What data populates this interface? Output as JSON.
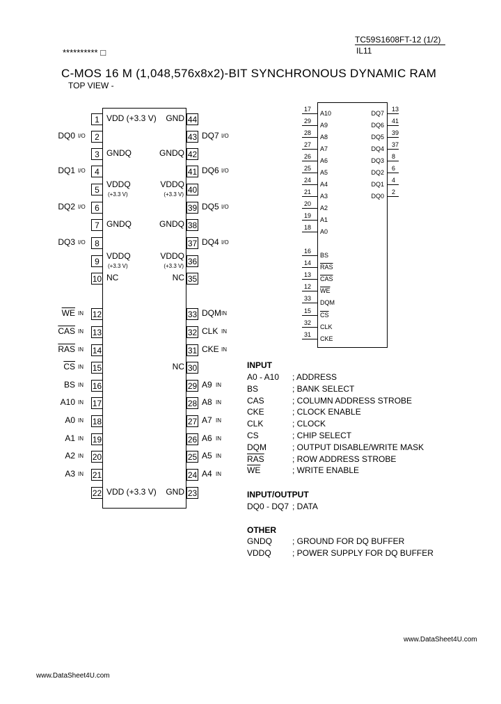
{
  "header": {
    "part_code": "TC59S1608FT-12 (1/2)",
    "sub_code": "IL11",
    "stars": "********** □",
    "title": "C-MOS 16 M (1,048,576x8x2)-BIT SYNCHRONOUS DYNAMIC RAM",
    "view": "TOP VIEW -"
  },
  "left_pins": [
    {
      "num": "1",
      "name": "",
      "tag": "",
      "inner": "VDD (+3.3 V)",
      "inner2": ""
    },
    {
      "num": "2",
      "name": "DQ0",
      "tag": "I/O",
      "inner": "",
      "inner2": ""
    },
    {
      "num": "3",
      "name": "",
      "tag": "",
      "inner": "GNDQ",
      "inner2": ""
    },
    {
      "num": "4",
      "name": "DQ1",
      "tag": "I/O",
      "inner": "",
      "inner2": ""
    },
    {
      "num": "5",
      "name": "",
      "tag": "",
      "inner": "VDDQ",
      "inner2": "(+3.3 V)"
    },
    {
      "num": "6",
      "name": "DQ2",
      "tag": "I/O",
      "inner": "",
      "inner2": ""
    },
    {
      "num": "7",
      "name": "",
      "tag": "",
      "inner": "GNDQ",
      "inner2": ""
    },
    {
      "num": "8",
      "name": "DQ3",
      "tag": "I/O",
      "inner": "",
      "inner2": ""
    },
    {
      "num": "9",
      "name": "",
      "tag": "",
      "inner": "VDDQ",
      "inner2": "(+3.3 V)"
    },
    {
      "num": "10",
      "name": "",
      "tag": "",
      "inner": "NC",
      "inner2": ""
    },
    {
      "num": "12",
      "name": "WE",
      "tag": "IN",
      "inner": "",
      "inner2": ""
    },
    {
      "num": "13",
      "name": "CAS",
      "tag": "IN",
      "inner": "",
      "inner2": ""
    },
    {
      "num": "14",
      "name": "RAS",
      "tag": "IN",
      "inner": "",
      "inner2": ""
    },
    {
      "num": "15",
      "name": "CS",
      "tag": "IN",
      "inner": "",
      "inner2": ""
    },
    {
      "num": "16",
      "name": "BS",
      "tag": "IN",
      "inner": "",
      "inner2": ""
    },
    {
      "num": "17",
      "name": "A10",
      "tag": "IN",
      "inner": "",
      "inner2": ""
    },
    {
      "num": "18",
      "name": "A0",
      "tag": "IN",
      "inner": "",
      "inner2": ""
    },
    {
      "num": "19",
      "name": "A1",
      "tag": "IN",
      "inner": "",
      "inner2": ""
    },
    {
      "num": "20",
      "name": "A2",
      "tag": "IN",
      "inner": "",
      "inner2": ""
    },
    {
      "num": "21",
      "name": "A3",
      "tag": "IN",
      "inner": "",
      "inner2": ""
    },
    {
      "num": "22",
      "name": "",
      "tag": "",
      "inner": "VDD (+3.3 V)",
      "inner2": ""
    }
  ],
  "right_pins": [
    {
      "num": "44",
      "name": "",
      "tag": "",
      "inner": "GND",
      "inner2": ""
    },
    {
      "num": "43",
      "name": "DQ7",
      "tag": "I/O",
      "inner": "",
      "inner2": ""
    },
    {
      "num": "42",
      "name": "",
      "tag": "",
      "inner": "GNDQ",
      "inner2": ""
    },
    {
      "num": "41",
      "name": "DQ6",
      "tag": "I/O",
      "inner": "",
      "inner2": ""
    },
    {
      "num": "40",
      "name": "",
      "tag": "",
      "inner": "VDDQ",
      "inner2": "(+3.3 V)"
    },
    {
      "num": "39",
      "name": "DQ5",
      "tag": "I/O",
      "inner": "",
      "inner2": ""
    },
    {
      "num": "38",
      "name": "",
      "tag": "",
      "inner": "GNDQ",
      "inner2": ""
    },
    {
      "num": "37",
      "name": "DQ4",
      "tag": "I/O",
      "inner": "",
      "inner2": ""
    },
    {
      "num": "36",
      "name": "",
      "tag": "",
      "inner": "VDDQ",
      "inner2": "(+3.3 V)"
    },
    {
      "num": "35",
      "name": "",
      "tag": "",
      "inner": "NC",
      "inner2": ""
    },
    {
      "num": "33",
      "name": "DQM",
      "tag": "IN",
      "inner": "",
      "inner2": ""
    },
    {
      "num": "32",
      "name": "CLK",
      "tag": "IN",
      "inner": "",
      "inner2": ""
    },
    {
      "num": "31",
      "name": "CKE",
      "tag": "IN",
      "inner": "",
      "inner2": ""
    },
    {
      "num": "30",
      "name": "",
      "tag": "",
      "inner": "NC",
      "inner2": ""
    },
    {
      "num": "29",
      "name": "A9",
      "tag": "IN",
      "inner": "",
      "inner2": ""
    },
    {
      "num": "28",
      "name": "A8",
      "tag": "IN",
      "inner": "",
      "inner2": ""
    },
    {
      "num": "27",
      "name": "A7",
      "tag": "IN",
      "inner": "",
      "inner2": ""
    },
    {
      "num": "26",
      "name": "A6",
      "tag": "IN",
      "inner": "",
      "inner2": ""
    },
    {
      "num": "25",
      "name": "A5",
      "tag": "IN",
      "inner": "",
      "inner2": ""
    },
    {
      "num": "24",
      "name": "A4",
      "tag": "IN",
      "inner": "",
      "inner2": ""
    },
    {
      "num": "23",
      "name": "",
      "tag": "",
      "inner": "GND",
      "inner2": ""
    }
  ],
  "symbol": {
    "left": [
      {
        "num": "17",
        "name": "A10"
      },
      {
        "num": "29",
        "name": "A9"
      },
      {
        "num": "28",
        "name": "A8"
      },
      {
        "num": "27",
        "name": "A7"
      },
      {
        "num": "26",
        "name": "A6"
      },
      {
        "num": "25",
        "name": "A5"
      },
      {
        "num": "24",
        "name": "A4"
      },
      {
        "num": "21",
        "name": "A3"
      },
      {
        "num": "20",
        "name": "A2"
      },
      {
        "num": "19",
        "name": "A1"
      },
      {
        "num": "18",
        "name": "A0"
      },
      {
        "num": "16",
        "name": "BS"
      },
      {
        "num": "14",
        "name": "RAS"
      },
      {
        "num": "13",
        "name": "CAS"
      },
      {
        "num": "12",
        "name": "WE"
      },
      {
        "num": "33",
        "name": "DQM"
      },
      {
        "num": "15",
        "name": "CS"
      },
      {
        "num": "32",
        "name": "CLK"
      },
      {
        "num": "31",
        "name": "CKE"
      }
    ],
    "right": [
      {
        "num": "13",
        "name": "DQ7"
      },
      {
        "num": "41",
        "name": "DQ6"
      },
      {
        "num": "39",
        "name": "DQ5"
      },
      {
        "num": "37",
        "name": "DQ4"
      },
      {
        "num": "8",
        "name": "DQ3"
      },
      {
        "num": "6",
        "name": "DQ2"
      },
      {
        "num": "4",
        "name": "DQ1"
      },
      {
        "num": "2",
        "name": "DQ0"
      }
    ]
  },
  "legend": {
    "input_header": "INPUT",
    "input_rows": [
      {
        "sig": "A0 - A10",
        "desc": "; ADDRESS"
      },
      {
        "sig": "BS",
        "desc": "; BANK SELECT"
      },
      {
        "sig": "CAS",
        "desc": "; COLUMN ADDRESS STROBE"
      },
      {
        "sig": "CKE",
        "desc": "; CLOCK ENABLE"
      },
      {
        "sig": "CLK",
        "desc": "; CLOCK"
      },
      {
        "sig": "CS",
        "desc": "; CHIP SELECT"
      },
      {
        "sig": "DQM",
        "desc": "; OUTPUT DISABLE/WRITE MASK"
      },
      {
        "sig": "RAS",
        "desc": "; ROW ADDRESS STROBE"
      },
      {
        "sig": "WE",
        "desc": "; WRITE ENABLE"
      }
    ],
    "io_header": "INPUT/OUTPUT",
    "io_rows": [
      {
        "sig": "DQ0 - DQ7",
        "desc": "; DATA"
      }
    ],
    "other_header": "OTHER",
    "other_rows": [
      {
        "sig": "GNDQ",
        "desc": "; GROUND FOR DQ BUFFER"
      },
      {
        "sig": "VDDQ",
        "desc": "; POWER SUPPLY FOR DQ BUFFER"
      }
    ]
  },
  "footer": {
    "right": "www.DataSheet4U.com",
    "left": "www.DataSheet4U.com"
  }
}
